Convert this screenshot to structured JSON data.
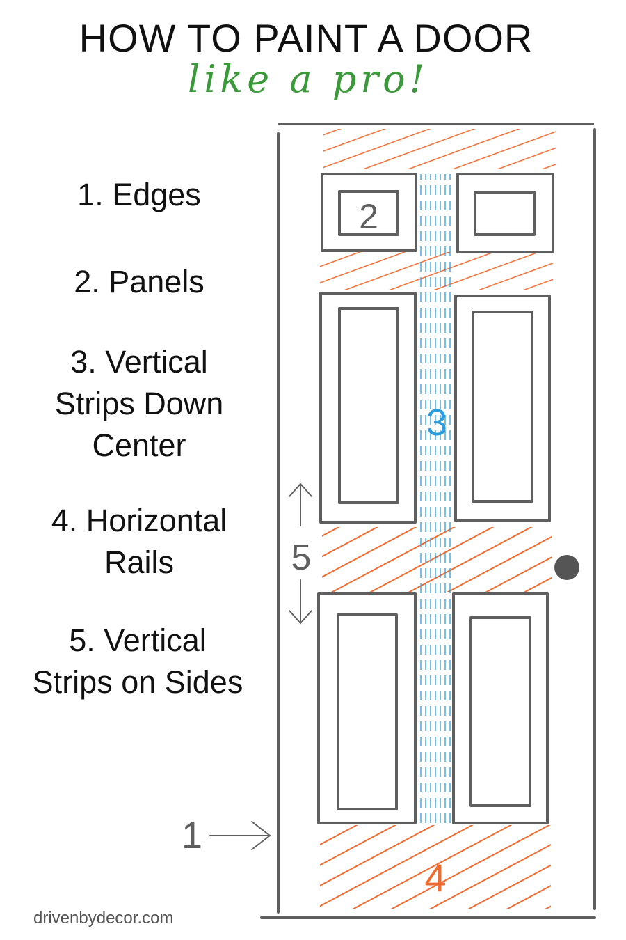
{
  "title": "HOW TO PAINT A DOOR",
  "subtitle": "like a pro!",
  "steps": [
    {
      "label": "1. Edges"
    },
    {
      "label": "2. Panels"
    },
    {
      "label": "3. Vertical Strips Down Center"
    },
    {
      "label": "4. Horizontal Rails"
    },
    {
      "label": "5. Vertical Strips on Sides"
    }
  ],
  "step_lines": {
    "s3": [
      "3. Vertical",
      "Strips Down",
      "Center"
    ],
    "s4": [
      "4. Horizontal",
      "Rails"
    ],
    "s5": [
      "5. Vertical",
      "Strips on Sides"
    ]
  },
  "door_markers": {
    "edges": "1",
    "panels": "2",
    "center": "3",
    "rails": "4",
    "sides": "5"
  },
  "footer": "drivenbydecor.com",
  "colors": {
    "outline": "#5f5f5f",
    "rails": "#f26a2e",
    "center": "#2a9de0",
    "accent": "#3a9a3a"
  }
}
